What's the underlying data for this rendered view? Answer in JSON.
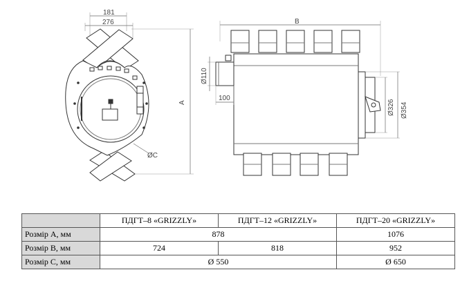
{
  "drawing": {
    "front_view": {
      "dim_top_outer": "181",
      "dim_top_inner": "276",
      "dim_height": "A",
      "dim_circle": "ØC"
    },
    "side_view": {
      "dim_length": "B",
      "dim_flue": "Ø110",
      "dim_flue_len": "100",
      "dim_door_inner": "Ø326",
      "dim_door_outer": "Ø354"
    }
  },
  "table": {
    "headers": [
      "",
      "ПДГТ–8 «GRIZZLY»",
      "ПДГТ–12 «GRIZZLY»",
      "ПДГТ–20 «GRIZZLY»"
    ],
    "rows": [
      {
        "label": "Розмір А, мм",
        "v1": "878",
        "v2": "1076"
      },
      {
        "label": "Розмір В, мм",
        "v1": "724",
        "v2": "818",
        "v3": "952"
      },
      {
        "label": "Розмір С, мм",
        "v1": "Ø 550",
        "v2": "Ø 650"
      }
    ]
  }
}
